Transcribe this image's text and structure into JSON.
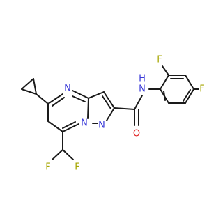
{
  "molecule": {
    "atoms": {
      "n_pyrimidine": "N",
      "n_bridge": "N",
      "n_pyrazole": "N",
      "nh_amide": "N",
      "h_amide": "H",
      "o_carbonyl": "O",
      "f_chf2_left": "F",
      "f_chf2_right": "F",
      "f_ortho": "F",
      "f_para": "F"
    },
    "colors": {
      "carbon": "#1a1a1a",
      "nitrogen": "#3a3ad8",
      "oxygen": "#e02020",
      "fluorine": "#a6a600"
    }
  }
}
